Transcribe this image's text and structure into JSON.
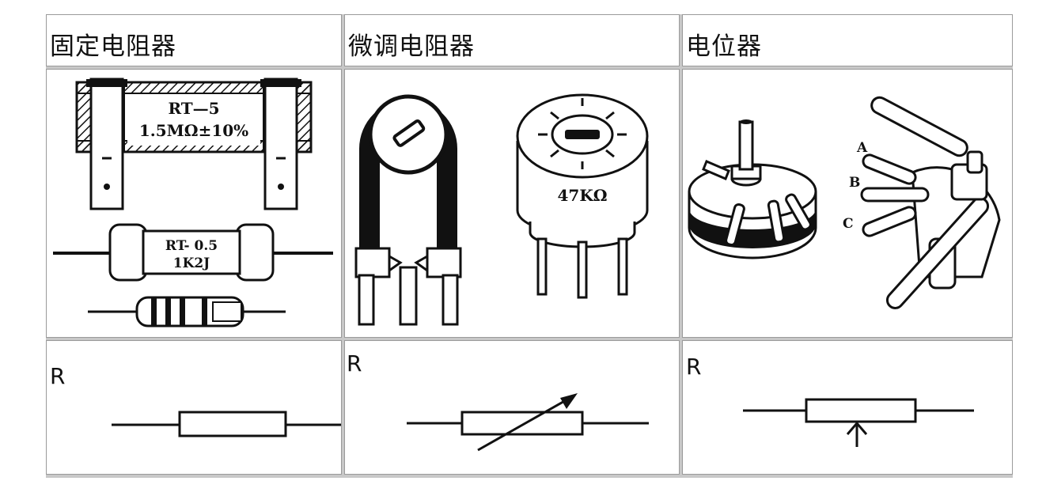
{
  "headers": [
    "固定电阻器",
    "微调电阻器",
    "电位器"
  ],
  "symbol_label": "R",
  "fixed": {
    "wire_label_1": "RT—5",
    "wire_label_2": "1.5MΩ±10%",
    "axial_label_1": "RT-  0.5",
    "axial_label_2": "1K2J"
  },
  "trimmer": {
    "value_label": "47KΩ"
  },
  "potentiometer": {
    "pin_a": "A",
    "pin_b": "B",
    "pin_c": "C"
  }
}
